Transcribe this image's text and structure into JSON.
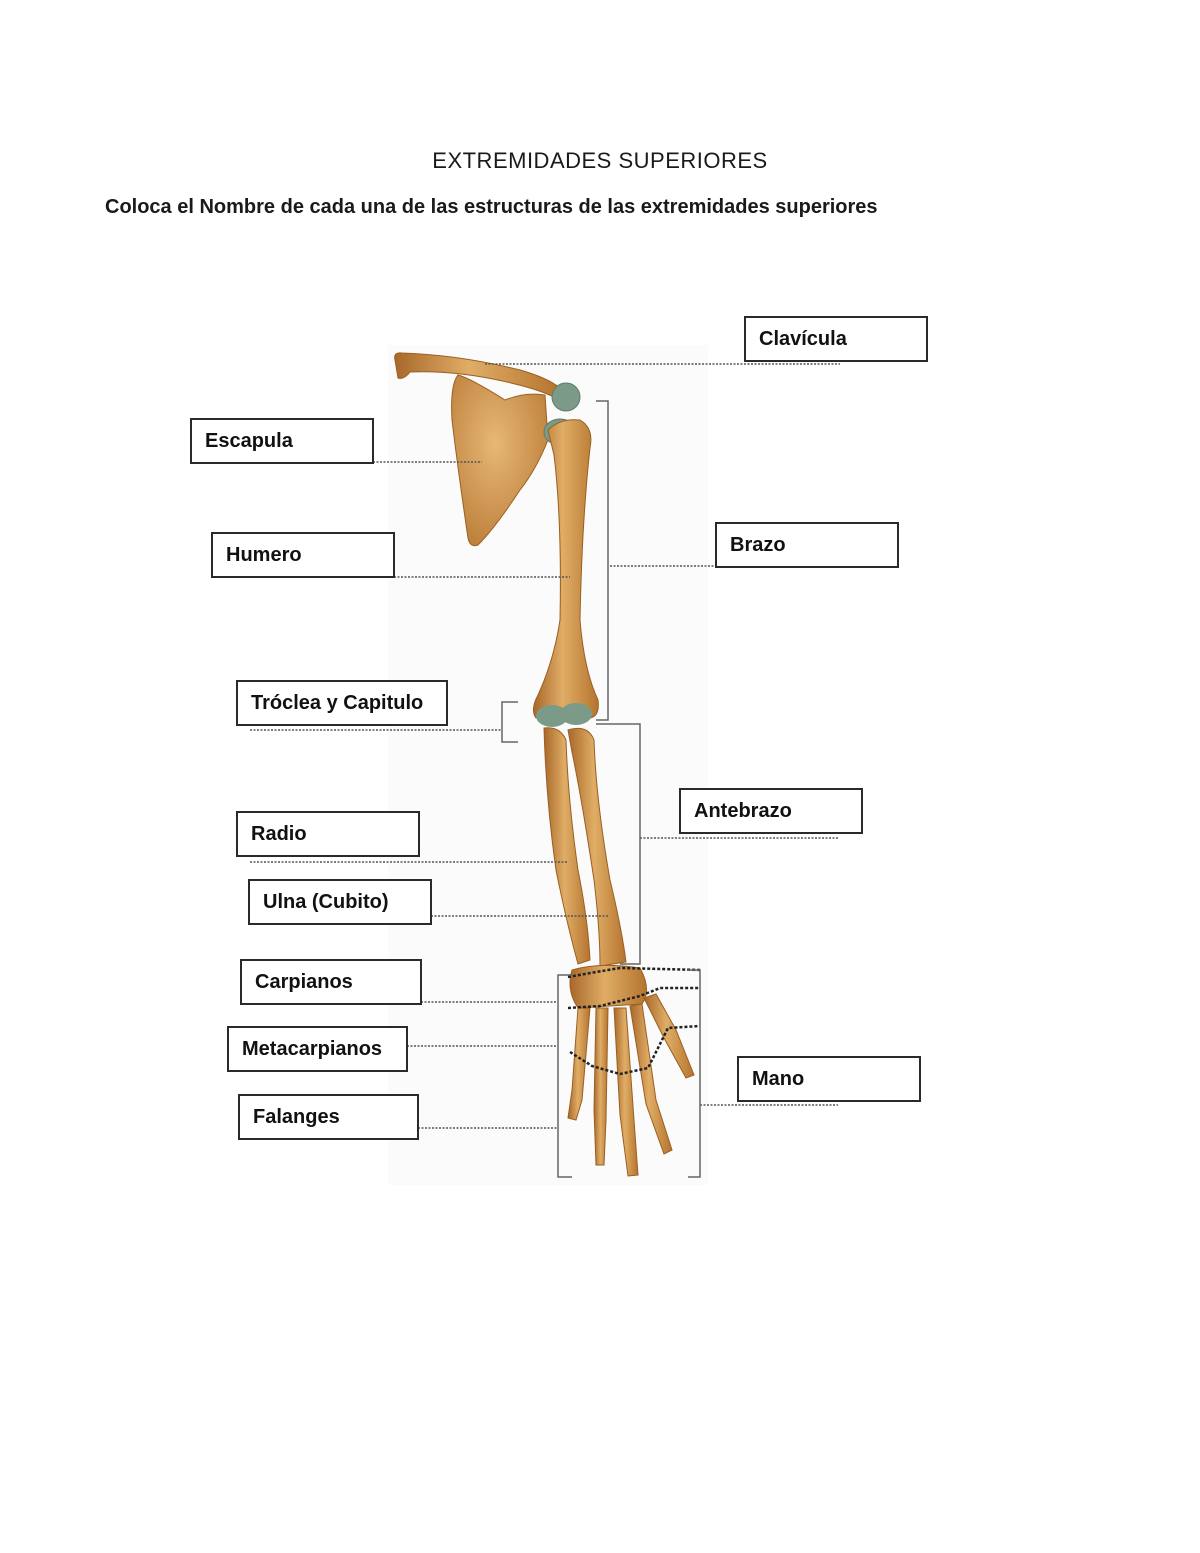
{
  "header": {
    "title": "EXTREMIDADES SUPERIORES",
    "instruction": "Coloca el Nombre de cada una de las estructuras de las extremidades superiores"
  },
  "diagram": {
    "subject": "upper-limb-skeleton",
    "bone_color": "#d29a52",
    "cartilage_color": "#7c9a88",
    "leader_line_color": "#555555",
    "labels_left": [
      {
        "id": "escapula",
        "text": "Escapula"
      },
      {
        "id": "humero",
        "text": "Humero"
      },
      {
        "id": "troclea",
        "text": "Tróclea y Capitulo"
      },
      {
        "id": "radio",
        "text": "Radio"
      },
      {
        "id": "ulna",
        "text": "Ulna (Cubito)"
      },
      {
        "id": "carpianos",
        "text": "Carpianos"
      },
      {
        "id": "metacarpianos",
        "text": "Metacarpianos"
      },
      {
        "id": "falanges",
        "text": "Falanges"
      }
    ],
    "labels_right": [
      {
        "id": "clavicula",
        "text": "Clavícula"
      },
      {
        "id": "brazo",
        "text": "Brazo"
      },
      {
        "id": "antebrazo",
        "text": "Antebrazo"
      },
      {
        "id": "mano",
        "text": "Mano"
      }
    ]
  }
}
